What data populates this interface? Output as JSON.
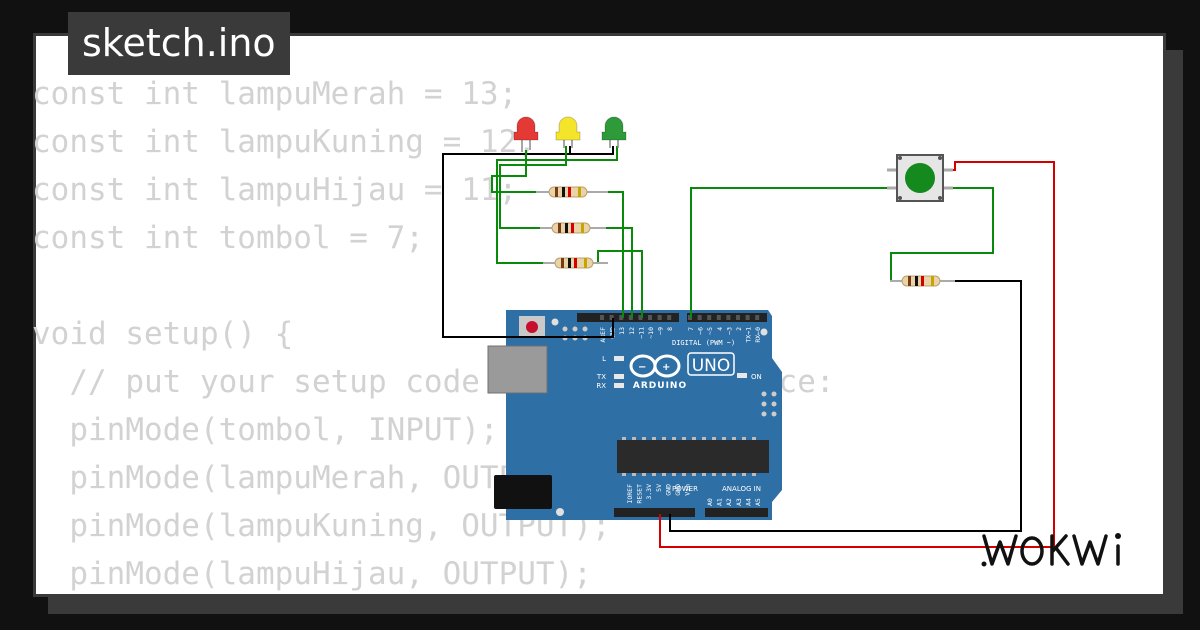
{
  "tab": {
    "filename": "sketch.ino"
  },
  "code_lines": [
    "const int lampuMerah = 13;",
    "const int lampuKuning = 12;",
    "const int lampuHijau = 11;",
    "const int tombol = 7;",
    "",
    "void setup() {",
    "  // put your setup code here, to run once:",
    "  pinMode(tombol, INPUT);",
    "  pinMode(lampuMerah, OUTPUT);",
    "  pinMode(lampuKuning, OUTPUT);",
    "  pinMode(lampuHijau, OUTPUT);"
  ],
  "board": {
    "brand": "ARDUINO",
    "model": "UNO",
    "digital_label": "DIGITAL (PWM ~)",
    "power_label": "POWER",
    "analog_label": "ANALOG IN",
    "on_label": "ON",
    "led_labels": [
      "L",
      "TX",
      "RX"
    ],
    "top_pin_labels": [
      "AREF",
      "GND",
      "13",
      "12",
      "~11",
      "~10",
      "~9",
      "8",
      "7",
      "~6",
      "~5",
      "4",
      "~3",
      "2",
      "TX→1",
      "RX←0"
    ],
    "power_pin_labels": [
      "IOREF",
      "RESET",
      "3.3V",
      "5V",
      "GND",
      "GND",
      "Vin"
    ],
    "analog_pin_labels": [
      "A0",
      "A1",
      "A2",
      "A3",
      "A4",
      "A5"
    ]
  },
  "leds": [
    {
      "name": "red",
      "color": "#e53935"
    },
    {
      "name": "yellow",
      "color": "#f4e52a"
    },
    {
      "name": "green",
      "color": "#2e9a3a"
    }
  ],
  "button": {
    "cap_color": "#14891e"
  },
  "wires": {
    "signal": "#0a8a0a",
    "ground": "#000000",
    "power": "#d40000"
  },
  "logo": {
    "text": "WOKWi"
  }
}
